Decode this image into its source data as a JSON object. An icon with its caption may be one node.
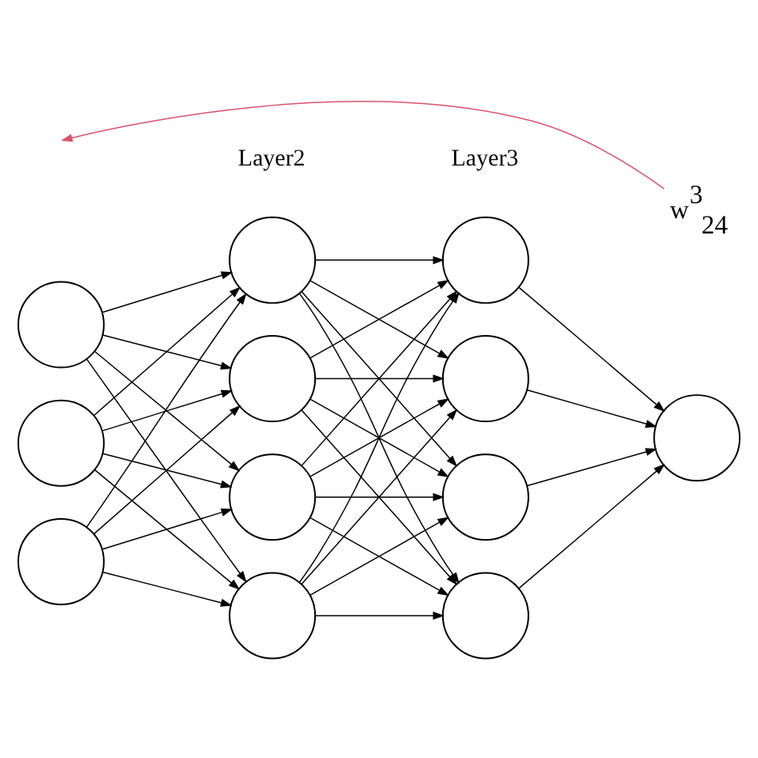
{
  "diagram": {
    "nodes": [
      {
        "text": [],
        "shape": "circle"
      },
      {
        "text": [],
        "shape": "circle"
      },
      {
        "text": [],
        "shape": "circle"
      },
      {
        "text": [],
        "shape": "circle"
      },
      {
        "text": [],
        "shape": "circle"
      },
      {
        "text": [],
        "shape": "circle"
      },
      {
        "text": [],
        "shape": "circle"
      },
      {
        "text": [],
        "shape": "circle"
      },
      {
        "text": [],
        "shape": "circle"
      },
      {
        "text": [],
        "shape": "circle"
      },
      {
        "text": [],
        "shape": "circle"
      },
      {
        "text": [],
        "shape": "circle"
      },
      {
        "text": [
          "w$^{3}$$_{24}$"
        ]
      }
    ],
    "edges": [
      {
        "from": 0,
        "to": 3,
        "arrow": "to"
      },
      {
        "from": 0,
        "to": 4,
        "arrow": "to"
      },
      {
        "from": 0,
        "to": 5,
        "arrow": "to"
      },
      {
        "from": 0,
        "to": 6,
        "arrow": "to"
      },
      {
        "from": 1,
        "to": 3,
        "arrow": "to"
      },
      {
        "from": 1,
        "to": 4,
        "arrow": "to"
      },
      {
        "from": 1,
        "to": 5,
        "arrow": "to"
      },
      {
        "from": 1,
        "to": 6,
        "arrow": "to"
      },
      {
        "from": 2,
        "to": 3,
        "arrow": "to"
      },
      {
        "from": 2,
        "to": 4,
        "arrow": "to"
      },
      {
        "from": 2,
        "to": 5,
        "arrow": "to"
      },
      {
        "from": 2,
        "to": 6,
        "arrow": "to"
      },
      {
        "from": 3,
        "to": 7,
        "arrow": "to"
      },
      {
        "from": 3,
        "to": 8,
        "arrow": "to"
      },
      {
        "from": 3,
        "to": 9,
        "arrow": "to"
      },
      {
        "from": 3,
        "to": 10,
        "arrow": "to"
      },
      {
        "from": 4,
        "to": 7,
        "arrow": "to"
      },
      {
        "from": 4,
        "to": 8,
        "arrow": "to"
      },
      {
        "from": 4,
        "to": 9,
        "arrow": "to"
      },
      {
        "from": 4,
        "to": 10,
        "arrow": "to"
      },
      {
        "from": 5,
        "to": 7,
        "arrow": "to"
      },
      {
        "from": 5,
        "to": 8,
        "arrow": "to"
      },
      {
        "from": 5,
        "to": 9,
        "arrow": "to"
      },
      {
        "from": 5,
        "to": 10,
        "arrow": "to"
      },
      {
        "from": 6,
        "to": 7,
        "arrow": "to"
      },
      {
        "from": 6,
        "to": 8,
        "arrow": "to"
      },
      {
        "from": 6,
        "to": 9,
        "arrow": "to"
      },
      {
        "from": 6,
        "to": 10,
        "arrow": "to"
      },
      {
        "from": 7,
        "to": 11,
        "arrow": "to"
      },
      {
        "from": 8,
        "to": 11,
        "arrow": "to"
      },
      {
        "from": 9,
        "to": 11,
        "arrow": "to"
      },
      {
        "from": 10,
        "to": 11,
        "arrow": "to"
      },
      {
        "from": 12,
        "to": null,
        "arrow": "to",
        "color": "#d9536f"
      }
    ],
    "labels": [
      "Layer2",
      "Layer3"
    ]
  }
}
